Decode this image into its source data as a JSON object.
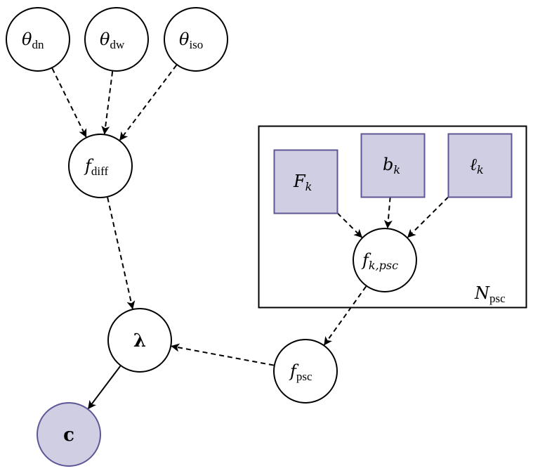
{
  "diagram": {
    "type": "probabilistic graphical model",
    "colors": {
      "observed_fill": "#d0cee3",
      "observed_stroke": "#5d5796",
      "latent_fill": "#ffffff",
      "stroke": "#000000"
    },
    "nodes": [
      {
        "id": "theta_dn",
        "symbol": "θ",
        "subscript": "dn",
        "shape": "circle",
        "observed": false
      },
      {
        "id": "theta_dw",
        "symbol": "θ",
        "subscript": "dw",
        "shape": "circle",
        "observed": false
      },
      {
        "id": "theta_iso",
        "symbol": "θ",
        "subscript": "iso",
        "shape": "circle",
        "observed": false
      },
      {
        "id": "f_diff",
        "symbol": "f",
        "subscript": "diff",
        "shape": "circle",
        "observed": false
      },
      {
        "id": "F_k",
        "symbol": "F",
        "subscript": "k",
        "shape": "square",
        "observed": true
      },
      {
        "id": "b_k",
        "symbol": "b",
        "subscript": "k",
        "shape": "square",
        "observed": true
      },
      {
        "id": "l_k",
        "symbol": "ℓ",
        "subscript": "k",
        "shape": "square",
        "observed": true
      },
      {
        "id": "f_k_psc",
        "symbol": "f",
        "subscript": "k,psc",
        "shape": "circle",
        "observed": false
      },
      {
        "id": "f_psc",
        "symbol": "f",
        "subscript": "psc",
        "shape": "circle",
        "observed": false
      },
      {
        "id": "lambda",
        "symbol": "λ",
        "subscript": "",
        "shape": "circle",
        "observed": false
      },
      {
        "id": "c",
        "symbol": "c",
        "subscript": "",
        "shape": "circle",
        "observed": true
      }
    ],
    "edges": [
      {
        "from": "theta_dn",
        "to": "f_diff",
        "style": "dashed"
      },
      {
        "from": "theta_dw",
        "to": "f_diff",
        "style": "dashed"
      },
      {
        "from": "theta_iso",
        "to": "f_diff",
        "style": "dashed"
      },
      {
        "from": "f_diff",
        "to": "lambda",
        "style": "dashed"
      },
      {
        "from": "F_k",
        "to": "f_k_psc",
        "style": "dashed"
      },
      {
        "from": "b_k",
        "to": "f_k_psc",
        "style": "dashed"
      },
      {
        "from": "l_k",
        "to": "f_k_psc",
        "style": "dashed"
      },
      {
        "from": "f_k_psc",
        "to": "f_psc",
        "style": "dashed"
      },
      {
        "from": "f_psc",
        "to": "lambda",
        "style": "dashed"
      },
      {
        "from": "lambda",
        "to": "c",
        "style": "solid"
      }
    ],
    "plate": {
      "label_symbol": "N",
      "label_subscript": "psc",
      "contains": [
        "F_k",
        "b_k",
        "l_k",
        "f_k_psc"
      ]
    }
  }
}
